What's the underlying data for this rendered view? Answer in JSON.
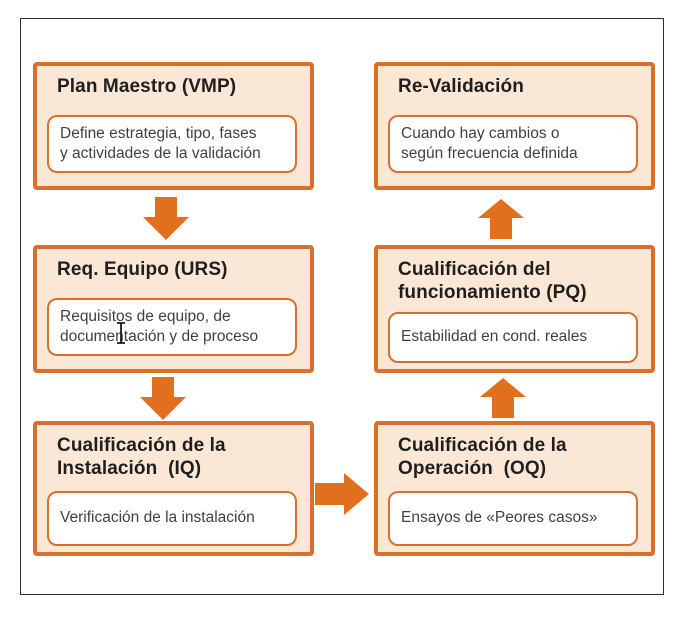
{
  "colors": {
    "frame_border": "#2e2e2e",
    "box_border": "#d8702c",
    "box_fill": "#fbe7d6",
    "inner_fill": "#ffffff",
    "arrow": "#e0701e",
    "title_text": "#1f1f1f",
    "body_text": "#3f3f46",
    "cursor": "#1a1a1a"
  },
  "nodes": [
    {
      "id": "vmp",
      "title": "Plan Maestro (VMP)",
      "body": [
        "Define estrategia, tipo, fases",
        "y actividades de la validación"
      ]
    },
    {
      "id": "revalidacion",
      "title": "Re-Validación",
      "body": [
        "Cuando hay cambios o",
        "según frecuencia definida"
      ]
    },
    {
      "id": "urs",
      "title": "Req. Equipo (URS)",
      "body": [
        "Requisitos de equipo, de",
        "documentación y de proceso"
      ]
    },
    {
      "id": "pq",
      "title": [
        "Cualificación del",
        "funcionamiento (PQ)"
      ],
      "body": [
        "Estabilidad en cond. reales"
      ]
    },
    {
      "id": "iq",
      "title": [
        "Cualificación de la",
        "Instalación  (IQ)"
      ],
      "body": [
        "Verificación de la instalación"
      ]
    },
    {
      "id": "oq",
      "title": [
        "Cualificación de la",
        "Operación  (OQ)"
      ],
      "body": [
        "Ensayos de «Peores casos»"
      ]
    }
  ],
  "arrows": [
    {
      "from": "vmp",
      "to": "urs",
      "direction": "down"
    },
    {
      "from": "urs",
      "to": "iq",
      "direction": "down"
    },
    {
      "from": "iq",
      "to": "oq",
      "direction": "right"
    },
    {
      "from": "oq",
      "to": "pq",
      "direction": "up"
    },
    {
      "from": "pq",
      "to": "revalidacion",
      "direction": "up"
    }
  ],
  "cursor": {
    "type": "text-ibeam"
  }
}
